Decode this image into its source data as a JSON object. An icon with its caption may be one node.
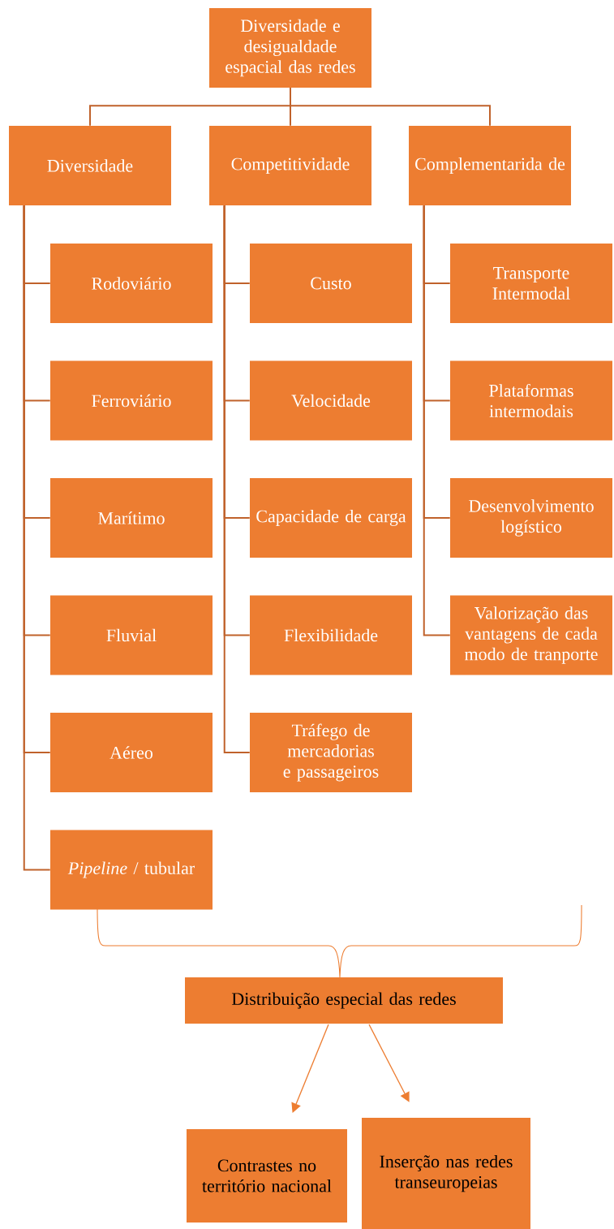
{
  "diagram": {
    "nodes": [
      {
        "text": [
          "Diversidade e desigualdade espacial das redes"
        ]
      },
      {
        "text": [
          "Diversidade"
        ]
      },
      {
        "text": [
          "Competitividade"
        ]
      },
      {
        "text": [
          "Complementarida de"
        ]
      },
      {
        "text": [
          "Rodoviário"
        ]
      },
      {
        "text": [
          "Ferroviário"
        ]
      },
      {
        "text": [
          "Marítimo"
        ]
      },
      {
        "text": [
          "Fluvial"
        ]
      },
      {
        "text": [
          "Aéreo"
        ]
      },
      {
        "text": [
          "*Pipeline* / tubular"
        ]
      },
      {
        "text": [
          "Custo"
        ]
      },
      {
        "text": [
          "Velocidade"
        ]
      },
      {
        "text": [
          "Capacidade de carga"
        ]
      },
      {
        "text": [
          "Flexibilidade"
        ]
      },
      {
        "text": [
          "Tráfego de mercadorias e passageiros"
        ]
      },
      {
        "text": [
          "Transporte Intermodal"
        ]
      },
      {
        "text": [
          "Plataformas intermodais"
        ]
      },
      {
        "text": [
          "Desenvolvimento logístico"
        ]
      },
      {
        "text": [
          "Valorização das vantagens de cada modo de tranporte"
        ]
      },
      {
        "text": [
          "Distribuição especial das redes"
        ]
      },
      {
        "text": [
          "Contrastes no território nacional"
        ]
      },
      {
        "text": [
          "Inserção nas redes transeuropeias"
        ]
      }
    ],
    "edges": [
      {
        "from": 0,
        "to": 1,
        "arrow": "none"
      },
      {
        "from": 0,
        "to": 2,
        "arrow": "none"
      },
      {
        "from": 0,
        "to": 3,
        "arrow": "none"
      },
      {
        "from": 1,
        "to": 4,
        "arrow": "none"
      },
      {
        "from": 1,
        "to": 5,
        "arrow": "none"
      },
      {
        "from": 1,
        "to": 6,
        "arrow": "none"
      },
      {
        "from": 1,
        "to": 7,
        "arrow": "none"
      },
      {
        "from": 1,
        "to": 8,
        "arrow": "none"
      },
      {
        "from": 1,
        "to": 9,
        "arrow": "none"
      },
      {
        "from": 2,
        "to": 10,
        "arrow": "none"
      },
      {
        "from": 2,
        "to": 11,
        "arrow": "none"
      },
      {
        "from": 2,
        "to": 12,
        "arrow": "none"
      },
      {
        "from": 2,
        "to": 13,
        "arrow": "none"
      },
      {
        "from": 2,
        "to": 14,
        "arrow": "none"
      },
      {
        "from": 3,
        "to": 15,
        "arrow": "none"
      },
      {
        "from": 3,
        "to": 16,
        "arrow": "none"
      },
      {
        "from": 3,
        "to": 17,
        "arrow": "none"
      },
      {
        "from": 3,
        "to": 18,
        "arrow": "none"
      },
      {
        "from": 19,
        "to": 20,
        "arrow": "to",
        "color": "#ed7d31"
      },
      {
        "from": 19,
        "to": 21,
        "arrow": "to",
        "color": "#ed7d31"
      }
    ]
  }
}
